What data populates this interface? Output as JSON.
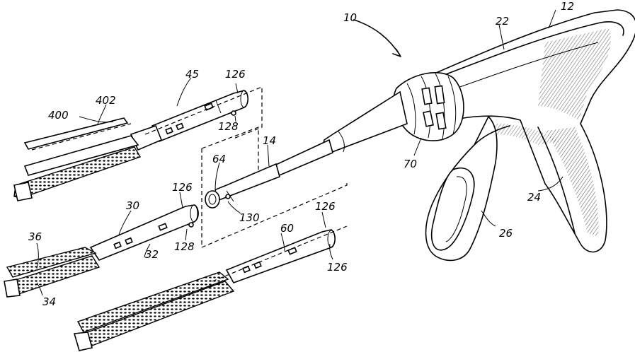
{
  "labels": {
    "l10": "10",
    "l12": "12",
    "l22": "22",
    "l70": "70",
    "l24": "24",
    "l26": "26",
    "l14": "14",
    "l64": "64",
    "l130": "130",
    "l45": "45",
    "l126a": "126",
    "l128a": "128",
    "l400": "400",
    "l402": "402",
    "l30": "30",
    "l126b": "126",
    "l128b": "128",
    "l32": "32",
    "l36": "36",
    "l34": "34",
    "l60": "60",
    "l126c": "126",
    "l126d": "126"
  }
}
